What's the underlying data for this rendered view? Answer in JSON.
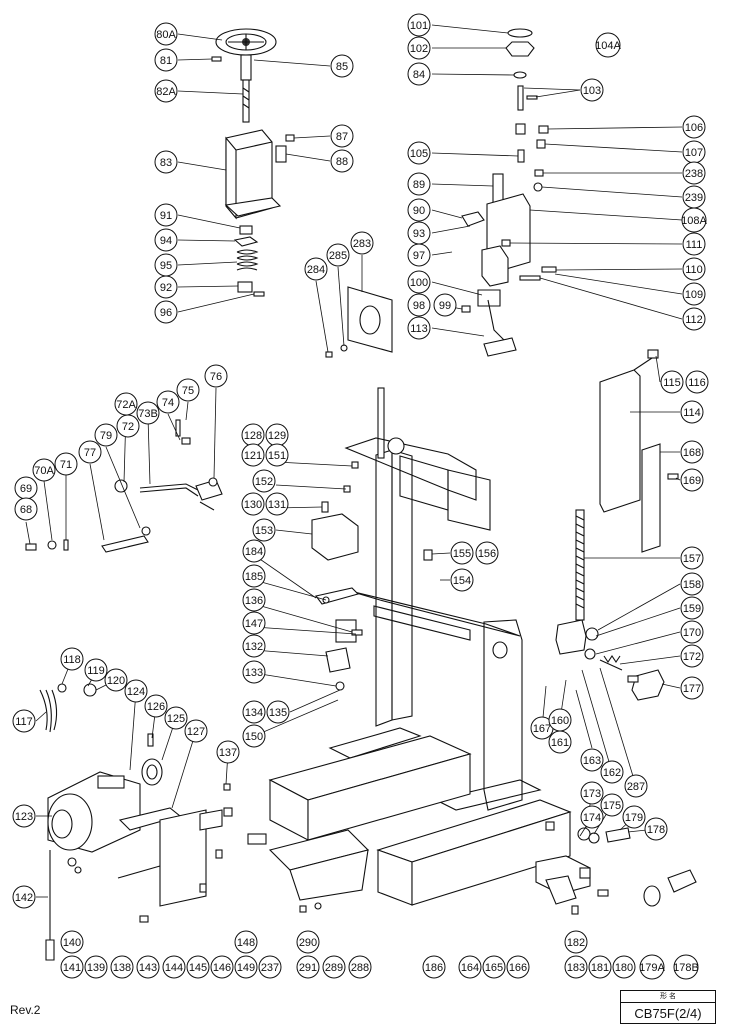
{
  "revision": "Rev.2",
  "model_box": {
    "header": "形 名",
    "model": "CB75F(2/4)"
  },
  "part_numbers": [
    "80A",
    "81",
    "85",
    "82A",
    "87",
    "83",
    "88",
    "91",
    "94",
    "95",
    "92",
    "96",
    "101",
    "102",
    "104A",
    "84",
    "103",
    "106",
    "105",
    "107",
    "89",
    "238",
    "239",
    "90",
    "93",
    "108A",
    "97",
    "111",
    "110",
    "100",
    "109",
    "98",
    "99",
    "112",
    "113",
    "283",
    "285",
    "284",
    "115",
    "116",
    "114",
    "168",
    "169",
    "76",
    "75",
    "72A",
    "74",
    "73B",
    "72",
    "79",
    "71",
    "77",
    "70A",
    "69",
    "68",
    "128",
    "129",
    "121",
    "151",
    "152",
    "130",
    "131",
    "153",
    "184",
    "185",
    "136",
    "147",
    "132",
    "133",
    "134",
    "135",
    "150",
    "155",
    "156",
    "154",
    "157",
    "158",
    "159",
    "170",
    "172",
    "177",
    "167",
    "160",
    "161",
    "163",
    "162",
    "287",
    "118",
    "119",
    "120",
    "124",
    "126",
    "125",
    "127",
    "117",
    "137",
    "123",
    "173",
    "174",
    "175",
    "179",
    "178",
    "142",
    "140",
    "141",
    "139",
    "138",
    "143",
    "144",
    "145",
    "146",
    "148",
    "149",
    "237",
    "290",
    "291",
    "289",
    "288",
    "186",
    "164",
    "165",
    "166",
    "182",
    "183",
    "181",
    "180",
    "179A",
    "178B"
  ]
}
